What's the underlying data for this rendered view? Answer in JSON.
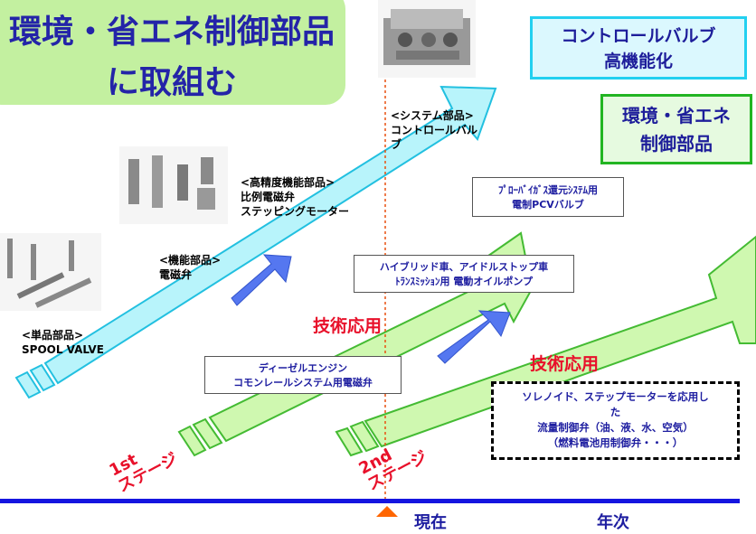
{
  "title": {
    "line1": "環境・省エネ制御部品",
    "line2": "に取組む"
  },
  "boxes": {
    "control_valve": {
      "line1": "コントロールバルブ",
      "line2": "高機能化"
    },
    "env_saving": {
      "line1": "環境・省エネ",
      "line2": "制御部品"
    }
  },
  "labels": {
    "system_parts": "<システム部品>\nコントロールバル\nブ",
    "high_precision": "<高精度機能部品>\n比例電磁弁\nステッピングモーター",
    "functional_parts": "<機能部品>\n電磁弁",
    "single_parts": "<単品部品>\nSPOOL VALVE"
  },
  "applications": {
    "propane": "ﾌﾟﾛｰﾊﾞｲｶﾞｽ還元ｼｽﾃﾑ用\n電制PCVバルブ",
    "hybrid": "ハイブリッド車、アイドルストップ車\nﾄﾗﾝｽﾐｯｼｮﾝ用 電動オイルポンプ",
    "diesel": "ディーゼルエンジン\nコモンレールシステム用電磁弁",
    "solenoid": "ソレノイド、ステップモーターを応用し\nた\n流量制御弁（油、液、水、空気）\n（燃料電池用制御弁・・・）"
  },
  "tech_application_1": "技術応用",
  "tech_application_2": "技術応用",
  "stage1": "1st\nステージ",
  "stage2": "2nd\nステージ",
  "timeline": {
    "now": "現在",
    "year": "年次"
  },
  "colors": {
    "cyan_arrow": "#b8f4fb",
    "green_arrow": "#cff8b0",
    "blue_arrow": "#5577f0",
    "timeline": "#1515e0",
    "accent_red": "#e8102a",
    "marker": "#ff6600"
  }
}
